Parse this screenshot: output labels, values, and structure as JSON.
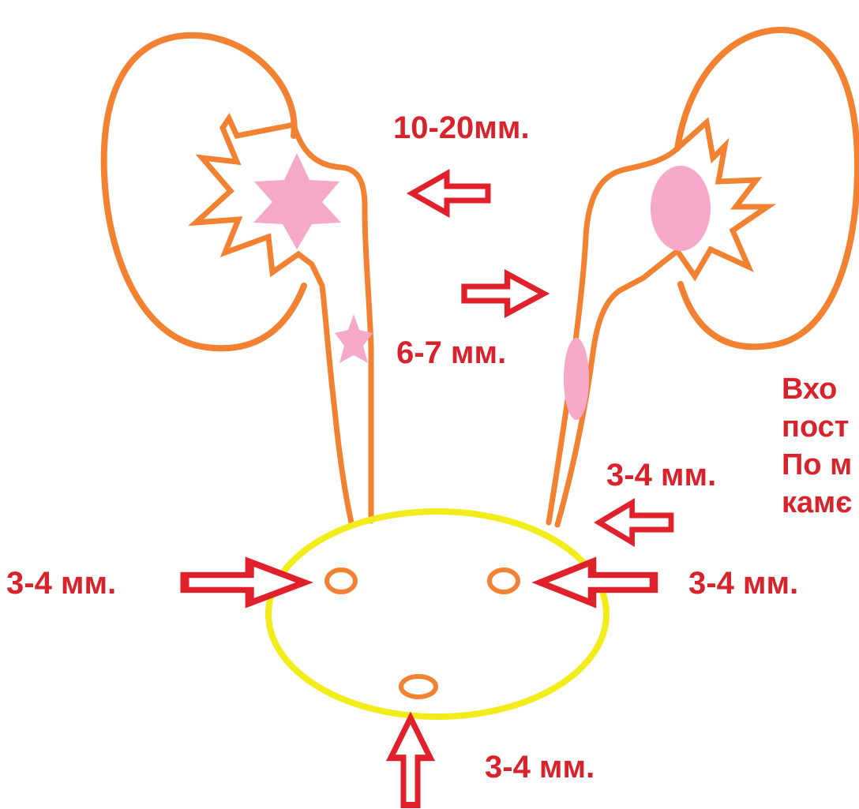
{
  "colors": {
    "outline": "#f28231",
    "stone": "#f6a9c8",
    "bladder": "#f2ec1b",
    "arrow": "#e0202a",
    "text": "#d8232c"
  },
  "labels": {
    "kidney_stone": "10-20мм.",
    "ureter_upper_stone": "6-7 мм.",
    "ureter_lower_stone": "3-4 мм.",
    "bladder_left": "3-4 мм.",
    "bladder_right": "3-4 мм.",
    "bladder_bottom": "3-4 мм."
  },
  "side_note": {
    "line1": "Вхо",
    "line2": "пост",
    "line3": "По м",
    "line4": "камє"
  }
}
